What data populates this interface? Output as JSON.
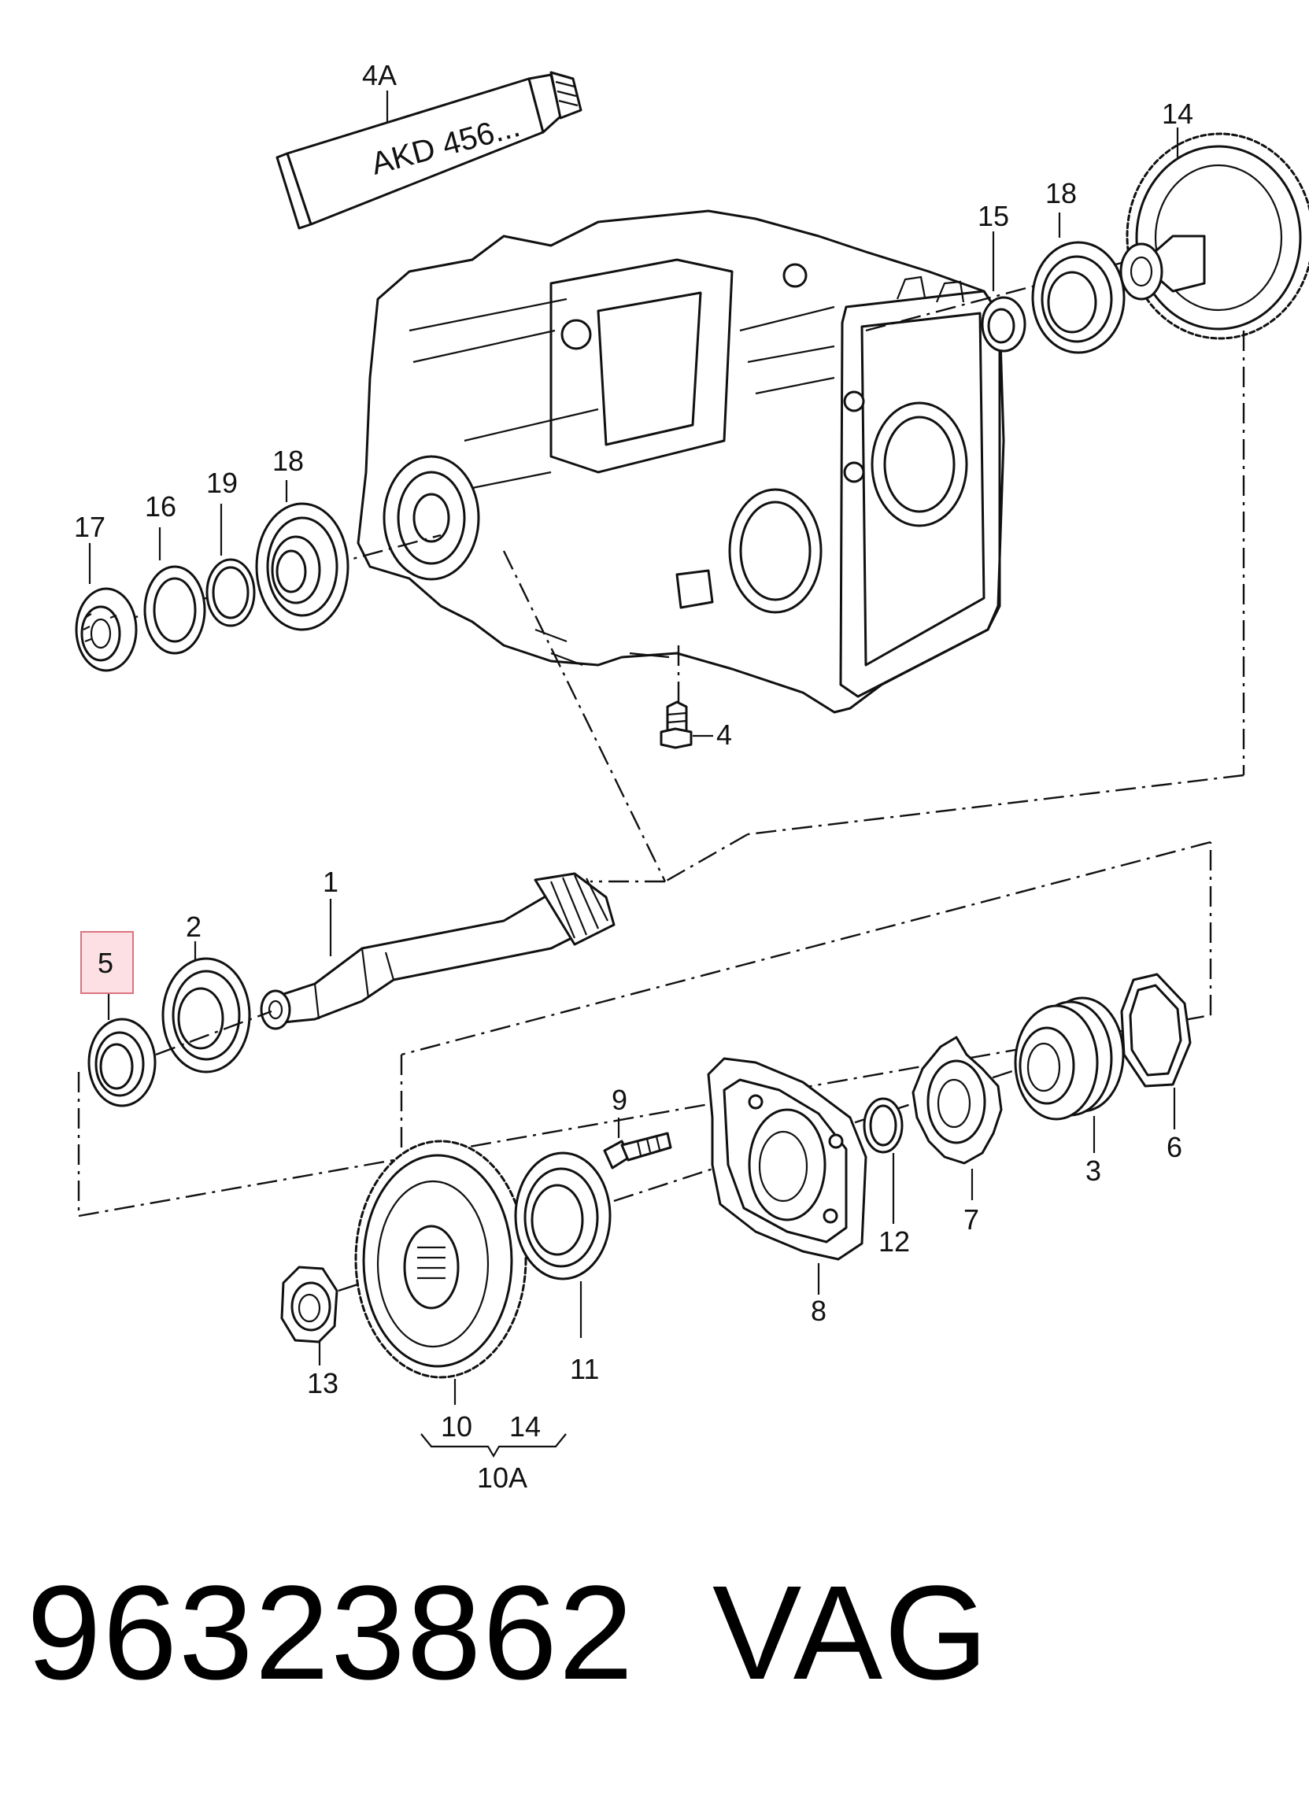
{
  "tube": {
    "callout": "4A",
    "label": "AKD 456..."
  },
  "callouts": {
    "c1": "1",
    "c2": "2",
    "c3": "3",
    "c4": "4",
    "c5": "5",
    "c6": "6",
    "c7": "7",
    "c8": "8",
    "c9": "9",
    "c10": "10",
    "c10_group": "10",
    "c10A": "10A",
    "c11": "11",
    "c12": "12",
    "c13": "13",
    "c14_top": "14",
    "c14_group": "14",
    "c15": "15",
    "c16": "16",
    "c17": "17",
    "c18_left": "18",
    "c18_right": "18",
    "c19": "19"
  },
  "highlighted_callout": "5",
  "footer": {
    "part_number": "96323862",
    "brand": "VAG"
  },
  "colors": {
    "highlight_fill": "#fde0e4",
    "highlight_stroke": "#d9737f",
    "line": "#111111"
  }
}
